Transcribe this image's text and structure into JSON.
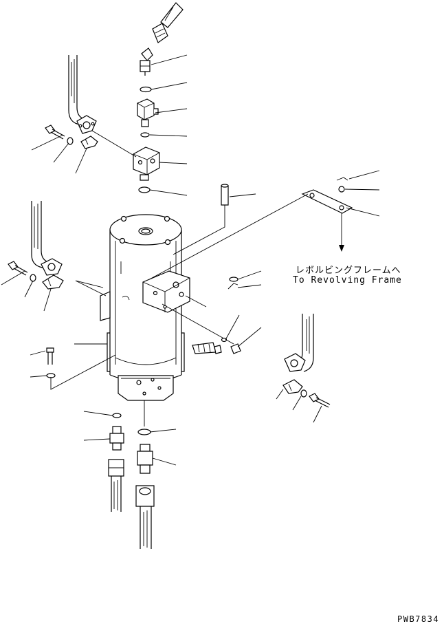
{
  "annotation": {
    "japanese": "レボルビングフレームへ",
    "english": "To Revolving Frame"
  },
  "drawing_code": "PWB7834"
}
